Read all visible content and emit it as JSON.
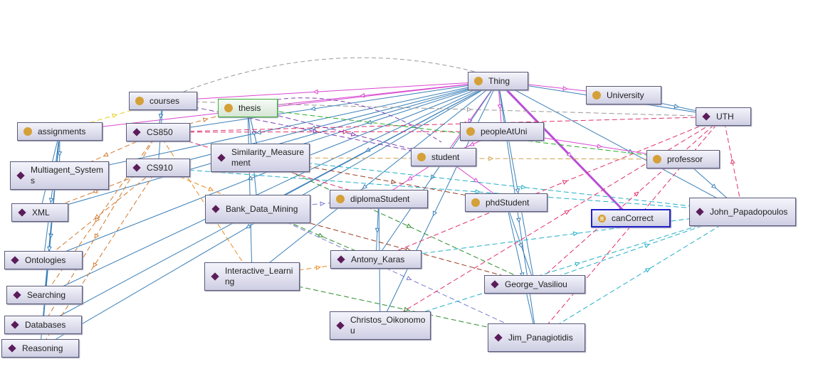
{
  "nodes": [
    {
      "id": "thing",
      "label": "Thing",
      "kind": "class"
    },
    {
      "id": "university",
      "label": "University",
      "kind": "class"
    },
    {
      "id": "uth",
      "label": "UTH",
      "kind": "individual"
    },
    {
      "id": "courses",
      "label": "courses",
      "kind": "class"
    },
    {
      "id": "thesis",
      "label": "thesis",
      "kind": "class",
      "selected": "green"
    },
    {
      "id": "assignments",
      "label": "assignments",
      "kind": "class"
    },
    {
      "id": "cs850",
      "label": "CS850",
      "kind": "individual"
    },
    {
      "id": "peopleAtUni",
      "label": "peopleAtUni",
      "kind": "class"
    },
    {
      "id": "similarity",
      "label": "Similarity_Measurement",
      "kind": "individual"
    },
    {
      "id": "student",
      "label": "student",
      "kind": "class"
    },
    {
      "id": "professor",
      "label": "professor",
      "kind": "class"
    },
    {
      "id": "multiagent",
      "label": "Multiagent_Systems",
      "kind": "individual"
    },
    {
      "id": "cs910",
      "label": "CS910",
      "kind": "individual"
    },
    {
      "id": "xml",
      "label": "XML",
      "kind": "individual"
    },
    {
      "id": "bank",
      "label": "Bank_Data_Mining",
      "kind": "individual"
    },
    {
      "id": "diploma",
      "label": "diplomaStudent",
      "kind": "class"
    },
    {
      "id": "phd",
      "label": "phdStudent",
      "kind": "class"
    },
    {
      "id": "cancorrect",
      "label": "canCorrect",
      "kind": "property",
      "selected": "blue"
    },
    {
      "id": "john",
      "label": "John_Papadopoulos",
      "kind": "individual"
    },
    {
      "id": "ontologies",
      "label": "Ontologies",
      "kind": "individual"
    },
    {
      "id": "antony",
      "label": "Antony_Karas",
      "kind": "individual"
    },
    {
      "id": "interactive",
      "label": "Interactive_Learning",
      "kind": "individual"
    },
    {
      "id": "searching",
      "label": "Searching",
      "kind": "individual"
    },
    {
      "id": "george",
      "label": "George_Vasiliou",
      "kind": "individual"
    },
    {
      "id": "databases",
      "label": "Databases",
      "kind": "individual"
    },
    {
      "id": "christos",
      "label": "Christos_Oikonomou",
      "kind": "individual"
    },
    {
      "id": "jim",
      "label": "Jim_Panagiotidis",
      "kind": "individual"
    },
    {
      "id": "reasoning",
      "label": "Reasoning",
      "kind": "individual"
    }
  ],
  "edges": [
    {
      "from": "thing",
      "to": "courses",
      "color": "#d946d0",
      "style": "solid"
    },
    {
      "from": "thing",
      "to": "thesis",
      "color": "#d946d0",
      "style": "solid"
    },
    {
      "from": "thing",
      "to": "assignments",
      "color": "#d946d0",
      "style": "solid"
    },
    {
      "from": "thing",
      "to": "university",
      "color": "#d946d0",
      "style": "solid"
    },
    {
      "from": "thing",
      "to": "peopleAtUni",
      "color": "#d946d0",
      "style": "solid"
    },
    {
      "from": "thing",
      "to": "student",
      "color": "#d946d0",
      "style": "solid"
    },
    {
      "from": "thing",
      "to": "cancorrect",
      "color": "#b84fd6",
      "style": "thick"
    },
    {
      "from": "thing",
      "to": "uth",
      "color": "#3a7fb8",
      "style": "solid"
    },
    {
      "from": "thing",
      "to": "cs850",
      "color": "#3a7fb8",
      "style": "solid"
    },
    {
      "from": "thing",
      "to": "cs910",
      "color": "#3a7fb8",
      "style": "solid"
    },
    {
      "from": "thing",
      "to": "similarity",
      "color": "#3a7fb8",
      "style": "solid"
    },
    {
      "from": "thing",
      "to": "multiagent",
      "color": "#3a7fb8",
      "style": "solid"
    },
    {
      "from": "thing",
      "to": "xml",
      "color": "#3a7fb8",
      "style": "solid"
    },
    {
      "from": "thing",
      "to": "bank",
      "color": "#3a7fb8",
      "style": "solid"
    },
    {
      "from": "thing",
      "to": "ontologies",
      "color": "#3a7fb8",
      "style": "solid"
    },
    {
      "from": "thing",
      "to": "searching",
      "color": "#3a7fb8",
      "style": "solid"
    },
    {
      "from": "thing",
      "to": "databases",
      "color": "#3a7fb8",
      "style": "solid"
    },
    {
      "from": "thing",
      "to": "interactive",
      "color": "#3a7fb8",
      "style": "solid"
    },
    {
      "from": "thing",
      "to": "antony",
      "color": "#3a7fb8",
      "style": "solid"
    },
    {
      "from": "thing",
      "to": "george",
      "color": "#3a7fb8",
      "style": "solid"
    },
    {
      "from": "thing",
      "to": "jim",
      "color": "#3a7fb8",
      "style": "solid"
    },
    {
      "from": "thing",
      "to": "christos",
      "color": "#3a7fb8",
      "style": "solid"
    },
    {
      "from": "thing",
      "to": "john",
      "color": "#3a7fb8",
      "style": "solid"
    },
    {
      "from": "thing",
      "to": "reasoning",
      "color": "#3a7fb8",
      "style": "solid"
    },
    {
      "from": "courses",
      "to": "cs850",
      "color": "#3a7fb8",
      "style": "solid"
    },
    {
      "from": "courses",
      "to": "cs910",
      "color": "#3a7fb8",
      "style": "solid"
    },
    {
      "from": "thesis",
      "to": "similarity",
      "color": "#3a7fb8",
      "style": "solid"
    },
    {
      "from": "thesis",
      "to": "bank",
      "color": "#3a7fb8",
      "style": "solid"
    },
    {
      "from": "thesis",
      "to": "interactive",
      "color": "#3a7fb8",
      "style": "solid"
    },
    {
      "from": "assignments",
      "to": "multiagent",
      "color": "#3a7fb8",
      "style": "solid"
    },
    {
      "from": "assignments",
      "to": "xml",
      "color": "#3a7fb8",
      "style": "solid"
    },
    {
      "from": "assignments",
      "to": "ontologies",
      "color": "#3a7fb8",
      "style": "solid"
    },
    {
      "from": "assignments",
      "to": "searching",
      "color": "#3a7fb8",
      "style": "solid"
    },
    {
      "from": "assignments",
      "to": "databases",
      "color": "#3a7fb8",
      "style": "solid"
    },
    {
      "from": "assignments",
      "to": "reasoning",
      "color": "#3a7fb8",
      "style": "solid"
    },
    {
      "from": "university",
      "to": "uth",
      "color": "#3a7fb8",
      "style": "solid"
    },
    {
      "from": "peopleAtUni",
      "to": "professor",
      "color": "#d946d0",
      "style": "solid"
    },
    {
      "from": "peopleAtUni",
      "to": "student",
      "color": "#d946d0",
      "style": "solid"
    },
    {
      "from": "student",
      "to": "diploma",
      "color": "#d946d0",
      "style": "solid"
    },
    {
      "from": "student",
      "to": "phd",
      "color": "#d946d0",
      "style": "solid"
    },
    {
      "from": "diploma",
      "to": "antony",
      "color": "#3a7fb8",
      "style": "solid"
    },
    {
      "from": "diploma",
      "to": "christos",
      "color": "#3a7fb8",
      "style": "solid"
    },
    {
      "from": "phd",
      "to": "george",
      "color": "#3a7fb8",
      "style": "solid"
    },
    {
      "from": "phd",
      "to": "jim",
      "color": "#3a7fb8",
      "style": "solid"
    },
    {
      "from": "professor",
      "to": "john",
      "color": "#3a7fb8",
      "style": "solid"
    },
    {
      "from": "courses",
      "to": "student",
      "color": "#7a3fb0",
      "style": "dashed"
    },
    {
      "from": "courses",
      "to": "uth",
      "color": "#999999",
      "style": "dashed"
    },
    {
      "from": "assignments",
      "to": "courses",
      "color": "#e8d020",
      "style": "dashed"
    },
    {
      "from": "cs850",
      "to": "uth",
      "color": "#e0306a",
      "style": "dashed"
    },
    {
      "from": "cs850",
      "to": "peopleAtUni",
      "color": "#e0306a",
      "style": "dashed"
    },
    {
      "from": "cs910",
      "to": "john",
      "color": "#20b0c8",
      "style": "dashed"
    },
    {
      "from": "cs850",
      "to": "diploma",
      "color": "#e0306a",
      "style": "dashed"
    },
    {
      "from": "cs850",
      "to": "interactive",
      "color": "#e88a20",
      "style": "dashed"
    },
    {
      "from": "cs910",
      "to": "bank",
      "color": "#e88a20",
      "style": "dashed"
    },
    {
      "from": "cs850",
      "to": "searching",
      "color": "#d07a30",
      "style": "dashed"
    },
    {
      "from": "cs850",
      "to": "databases",
      "color": "#d07a30",
      "style": "dashed"
    },
    {
      "from": "cs850",
      "to": "multiagent",
      "color": "#d07a30",
      "style": "dashed"
    },
    {
      "from": "cs910",
      "to": "reasoning",
      "color": "#d07a30",
      "style": "dashed"
    },
    {
      "from": "cs910",
      "to": "ontologies",
      "color": "#d07a30",
      "style": "dashed"
    },
    {
      "from": "cs910",
      "to": "xml",
      "color": "#d07a30",
      "style": "dashed"
    },
    {
      "from": "similarity",
      "to": "john",
      "color": "#20b0c8",
      "style": "dashed"
    },
    {
      "from": "similarity",
      "to": "george",
      "color": "#2a8a2a",
      "style": "dashed"
    },
    {
      "from": "similarity",
      "to": "professor",
      "color": "#d0a050",
      "style": "dashed"
    },
    {
      "from": "similarity",
      "to": "phd",
      "color": "#9a3a20",
      "style": "dashed"
    },
    {
      "from": "bank",
      "to": "diploma",
      "color": "#7a7ad0",
      "style": "dashed"
    },
    {
      "from": "bank",
      "to": "antony",
      "color": "#2a8a2a",
      "style": "dashed"
    },
    {
      "from": "bank",
      "to": "jim",
      "color": "#7a7ad0",
      "style": "dashed"
    },
    {
      "from": "interactive",
      "to": "jim",
      "color": "#2a8a2a",
      "style": "dashed"
    },
    {
      "from": "antony",
      "to": "uth",
      "color": "#e0306a",
      "style": "dashed"
    },
    {
      "from": "antony",
      "to": "john",
      "color": "#20b0c8",
      "style": "dashed"
    },
    {
      "from": "george",
      "to": "uth",
      "color": "#e0306a",
      "style": "dashed"
    },
    {
      "from": "george",
      "to": "john",
      "color": "#20b0c8",
      "style": "dashed"
    },
    {
      "from": "christos",
      "to": "uth",
      "color": "#e0306a",
      "style": "dashed"
    },
    {
      "from": "jim",
      "to": "uth",
      "color": "#e0306a",
      "style": "dashed"
    },
    {
      "from": "jim",
      "to": "john",
      "color": "#20b0c8",
      "style": "dashed"
    },
    {
      "from": "john",
      "to": "uth",
      "color": "#e0306a",
      "style": "dashed"
    },
    {
      "from": "christos",
      "to": "john",
      "color": "#20b0c8",
      "style": "dashed"
    },
    {
      "from": "thesis",
      "to": "student",
      "color": "#7a3fb0",
      "style": "dashed"
    },
    {
      "from": "thesis",
      "to": "professor",
      "color": "#20b020",
      "style": "dashed"
    },
    {
      "from": "cs850",
      "to": "thesis",
      "color": "#d07a30",
      "style": "dashed"
    },
    {
      "from": "bank",
      "to": "george",
      "color": "#9a3a20",
      "style": "dashed"
    },
    {
      "from": "interactive",
      "to": "antony",
      "color": "#e88a20",
      "style": "dashed"
    }
  ]
}
